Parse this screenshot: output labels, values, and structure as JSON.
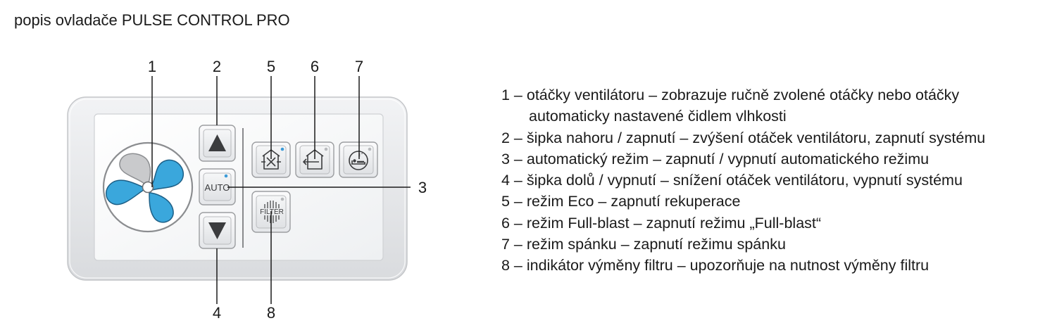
{
  "title": "popis ovladače PULSE CONTROL PRO",
  "device": {
    "auto_label": "AUTO",
    "filter_label": "FILTER",
    "indicator_color": "#3d9bd8",
    "blade_color": "#3aa7dc",
    "inactive_blade_color": "#c9cacc",
    "icons": [
      "fan-icon",
      "arrow-up-icon",
      "arrow-down-icon",
      "eco-mode-icon",
      "full-blast-icon",
      "sleep-mode-icon",
      "filter-icon"
    ]
  },
  "callouts": [
    "1",
    "2",
    "3",
    "4",
    "5",
    "6",
    "7",
    "8"
  ],
  "descriptions": [
    "1 – otáčky ventilátoru – zobrazuje ručně zvolené otáčky nebo otáčky automaticky nastavené čidlem vlhkosti",
    "2 – šipka nahoru / zapnutí – zvýšení otáček ventilátoru, zapnutí systému",
    "3 – automatický režim – zapnutí / vypnutí automatického režimu",
    "4 – šipka dolů / vypnutí – snížení otáček ventilátoru, vypnutí systému",
    "5 – režim Eco – zapnutí rekuperace",
    "6 – režim Full-blast – zapnutí režimu „Full-blast“",
    "7 – režim spánku – zapnutí režimu spánku",
    "8 – indikátor výměny filtru – upozorňuje na nutnost výměny filtru"
  ]
}
